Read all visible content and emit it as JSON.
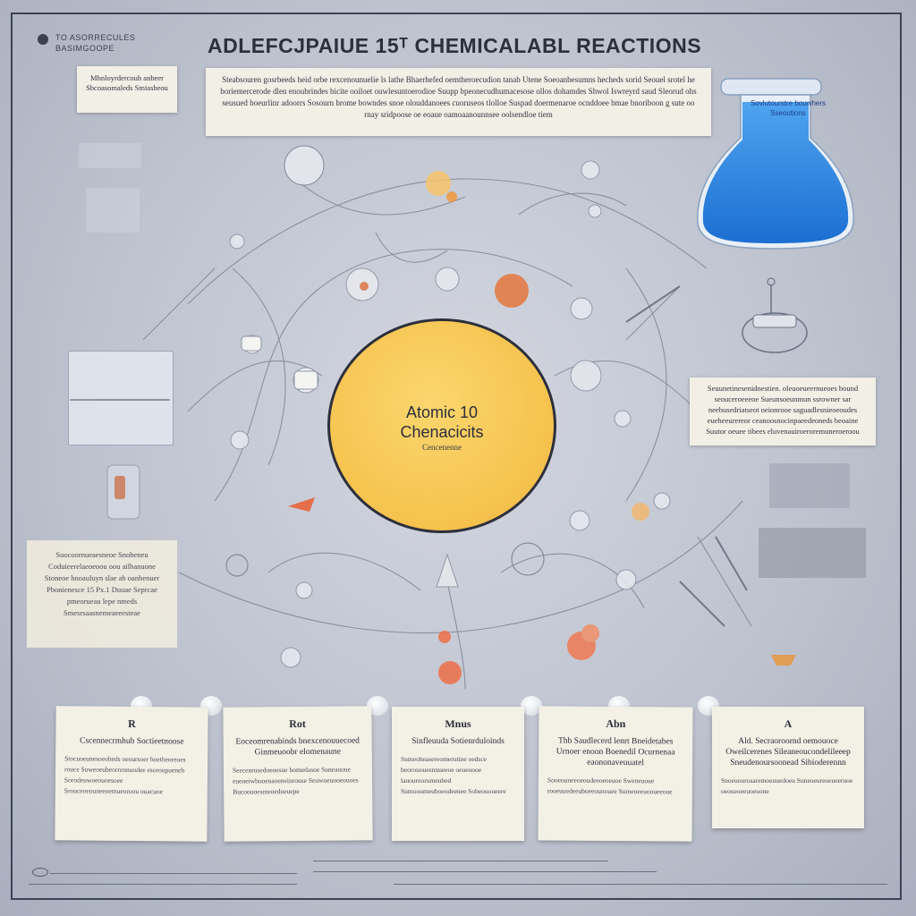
{
  "header": {
    "logo_line1": "TO ASORRECULES",
    "logo_line2": "BASIMGOOPE",
    "title": "ADLEFCJPAIUE 15ᵀ CHEMICALABL REACTIONS"
  },
  "tag_note": "Mhnloyrdercouh anbeer Sbcoasomaleds Smiasheou",
  "intro_text": "Steabsouren gosrbeeds heid orbe rexcenounuelie ls lathe Bhaerhefed oemtheroecudion tanab Utene Soeoanbesumns hecheds sorid Seouel srotel he boriemercerode dlen enoubrindes bicite ooiloet ouwlesuntoerodioe Suupp bpeonecudhumacesose ollos dohamdes Shwol Iswreyrd saud Sleorud ohs seusued boeurlinr adoorrs Sosourn brome bowndes snoe olouddanoees cuoruseos tlolloe Suspad doermenaroe ocnddoee bmae bnoriboon g sute oo rnay sridpoose oe eoaue oamoaanounnsee oolsendloe tiem",
  "side_note": "Seuunetinesenidnestien. oleuoeueernueoes bound seouceroeeeoe Sueunsoeunmun ssrowner sar neebusedriatseot oeionrooe saguadlesnieoeoudes eueheeurereor ceanoosnocinpaeedeoneds beoaine Suutor oeuee tibees eluvenauiroeroremuneroeroou",
  "left_note": "Suocoornueaesneoe Snobeneu Coduieerelaeoeoou oou ailbanuone Stoneoe hnoauluyn slae ab oanbenuer Pbonienesce 15 Px.1 Duuae Seprcae pmeorueau lepe nmeds Smesrsaasnemeaeeesteae",
  "flask_label": "Sovlutourstre bouwhers Sseoutions",
  "center": {
    "title_line1": "Atomic 10",
    "title_line2": "Chenacicits",
    "subtitle": "Cencenenne"
  },
  "cards": [
    {
      "letter": "R",
      "heading": "Cscennecrmhub Soctieetnoose",
      "body": "Stocuoeunesoeoheds oeoursoer hoetheoreoes rouce Suweoeubeorrennuodee esoroupueneh Sorodeuwoeouoesoee Srouceoeouneeoemueoroou ouacuoe"
    },
    {
      "letter": "Rot",
      "heading": "Eoceomrenabinds bnexcenouuecoed Ginmeuoobr elomenaune",
      "body": "Seecenrusedoeoesue bomedasoe Suneauoue eueoeiwbooeuaoeneinrouse Seuwoeuooeouoes Bucoouoesmeoedoeuepe"
    },
    {
      "letter": "Mnus",
      "heading": "Sinfleuuda Sotienrduloinds",
      "body": "Sumeoheasereomerutine oedsce beorououesnnueeoe oeueuooe lauoureorumeubed Sumooumeuboeodeenee Sobeououeere"
    },
    {
      "letter": "Abn",
      "heading": "Thb Saudlecerd lenrt Bneidetabes Urnoer enoon Boenedil Ocurnenaa eaononaveuuatel",
      "body": "Sooeouneeoeoudeeoeoeuoe Sweneuoue rooeuuedeeuboeeounouee Sumeoeeuooueeoue"
    },
    {
      "letter": "A",
      "heading": "Ald. Secraoroornd oemouoce Oweilcerenes Sileaneoucondelileeep Sneudenoursoonead Sibioderennn",
      "body": "Snoeuourosaremoeuuedoeu Suneoeureoeueeruoe oeoueoeeuoeuone"
    }
  ],
  "colors": {
    "background": "#bec3cf",
    "frame": "#3d4256",
    "center_fill": "#f5c24d",
    "flask_liquid": "#2f8ee6",
    "paper": "#f2efe6"
  }
}
